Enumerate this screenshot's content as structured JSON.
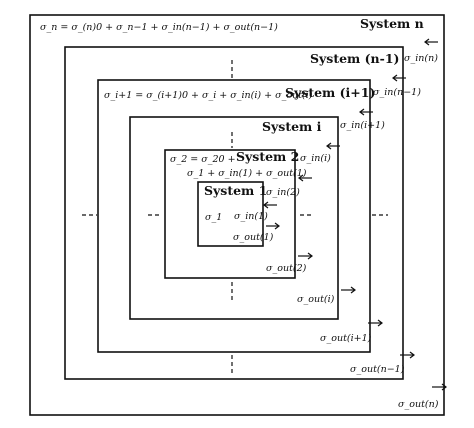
{
  "systems": [
    {
      "title": "System n",
      "equation": "σ_n = σ_(n)0 + σ_n−1 + σ_in(n−1) + σ_out(n−1)",
      "in_label": "σ_in(n)",
      "out_label": "σ_out(n)"
    },
    {
      "title": "System (n-1)",
      "equation": "",
      "in_label": "σ_in(n−1)",
      "out_label": "σ_out(n−1)"
    },
    {
      "title": "System (i+1)",
      "equation": "σ_i+1 = σ_(i+1)0 + σ_i + σ_in(i) + σ_out(i)",
      "in_label": "σ_in(i+1)",
      "out_label": "σ_out(i+1)"
    },
    {
      "title": "System i",
      "equation": "",
      "in_label": "σ_in(i)",
      "out_label": "σ_out(i)"
    },
    {
      "title": "System 2",
      "equation": "σ_2 = σ_20 +",
      "equation_line2": "σ_1 + σ_in(1) + σ_out(1)",
      "in_label": "σ_in(2)",
      "out_label": "σ_out(2)"
    },
    {
      "title": "System 1",
      "equation": "σ_1",
      "in_label": "σ_in(1)",
      "out_label": "σ_out(1)"
    }
  ]
}
